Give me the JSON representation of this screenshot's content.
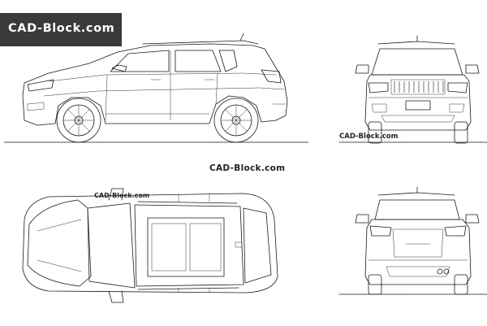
{
  "logo": {
    "text": "CAD-Block.com"
  },
  "watermarks": {
    "center": "CAD-Block.com",
    "front": "CAD-Block.com",
    "top": "CAD-Block.com"
  }
}
